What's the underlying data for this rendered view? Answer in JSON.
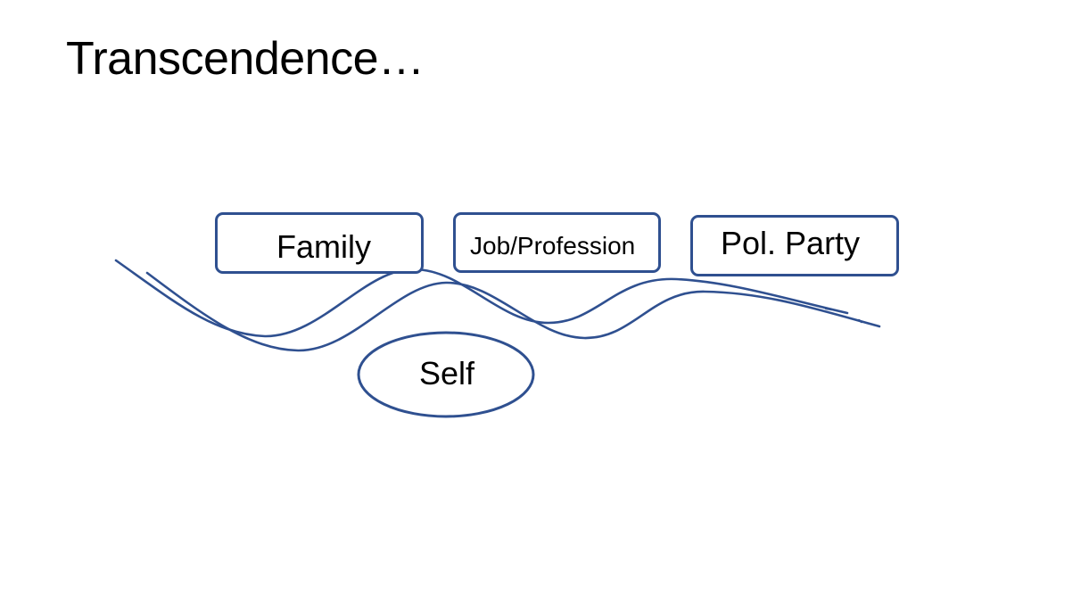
{
  "slide": {
    "title": "Transcendence…"
  },
  "diagram": {
    "boxes": {
      "family": "Family",
      "job": "Job/Profession",
      "party": "Pol. Party"
    },
    "center": "Self",
    "stroke_color": "#2f5090"
  }
}
